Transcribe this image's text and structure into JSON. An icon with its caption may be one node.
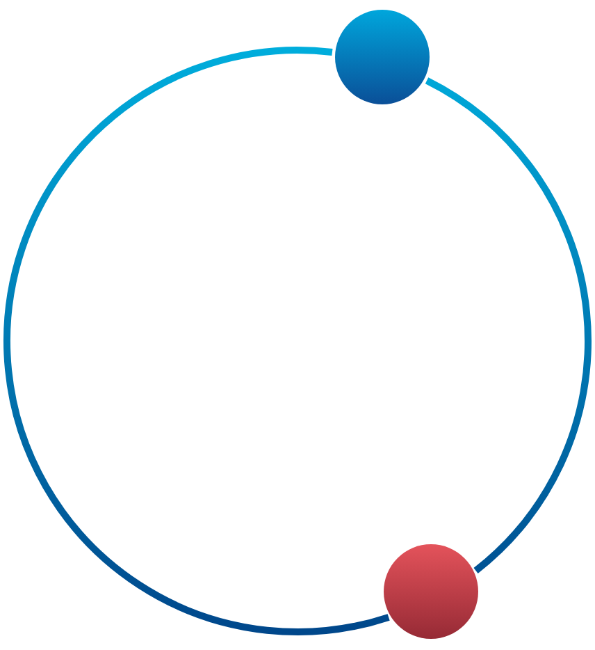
{
  "diagram": {
    "nodes": [
      {
        "text": [],
        "shape": "circle"
      },
      {
        "text": [],
        "shape": "circle"
      }
    ],
    "edges": [
      {
        "from": 0,
        "to": 1,
        "arrow": "none"
      },
      {
        "from": 1,
        "to": 0,
        "arrow": "none"
      }
    ]
  }
}
